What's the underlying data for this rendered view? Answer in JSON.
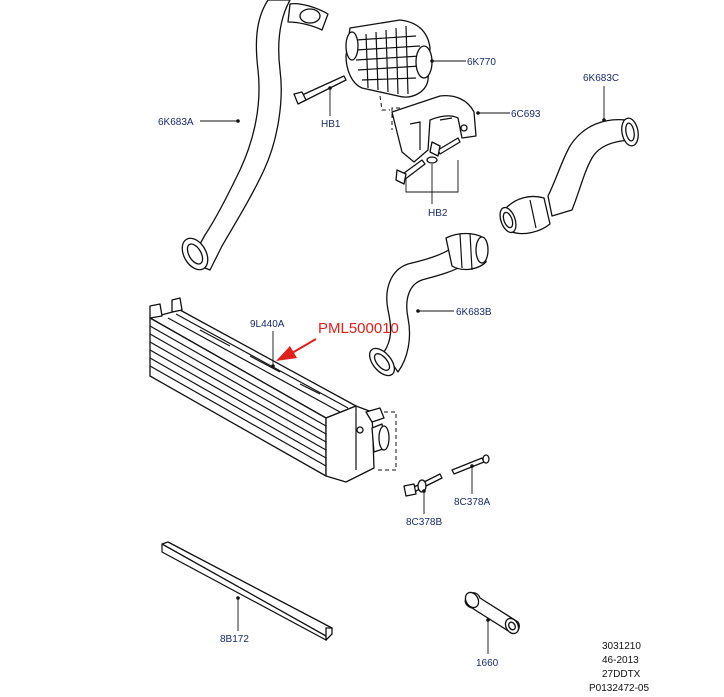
{
  "labels": {
    "hose_a": "6K683A",
    "hb1": "HB1",
    "resonator": "6K770",
    "bracket": "6C693",
    "hose_c": "6K683C",
    "hb2": "HB2",
    "hose_b": "6K683B",
    "intercooler": "9L440A",
    "bolt": "8C378B",
    "pin": "8C378A",
    "strip": "8B172",
    "sleeve": "1660"
  },
  "annotation": {
    "text": "PML500010",
    "color": "#e0201a"
  },
  "footer": {
    "line1": "3031210",
    "line2": "46-2013",
    "line3": "27DDTX",
    "line4": "P0132472-05"
  },
  "colors": {
    "label": "#1a2a6e",
    "lines": "#111111",
    "arrow": "#e0201a"
  }
}
